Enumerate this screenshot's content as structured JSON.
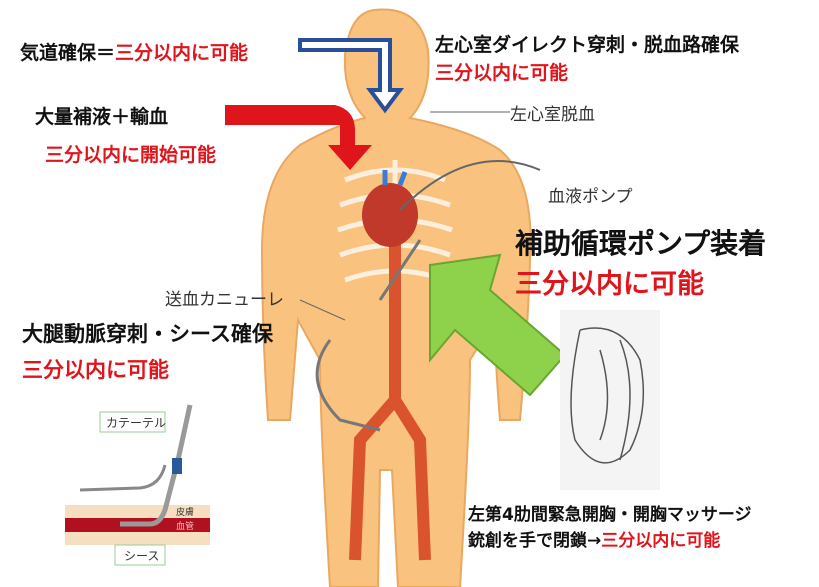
{
  "labels": {
    "airway": "気道確保＝",
    "airway_time": "三分以内に可能",
    "lv_direct": "左心室ダイレクト穿刺・脱血路確保",
    "lv_direct_time": "三分以内に可能",
    "transfusion": "大量補液＋輸血",
    "transfusion_time": "三分以内に開始可能",
    "lv_drain": "左心室脱血",
    "blood_pump": "血液ポンプ",
    "pump_attach": "補助循環ポンプ装着",
    "pump_attach_time": "三分以内に可能",
    "cannula": "送血カニューレ",
    "femoral": "大腿動脈穿刺・シース確保",
    "femoral_time": "三分以内に可能",
    "thoracotomy": "左第4肋間緊急開胸・開胸マッサージ",
    "wound_close": "銃創を手で閉鎖→",
    "wound_close_time": "三分以内に可能"
  },
  "inset": {
    "catheter": "カテーテル",
    "skin": "皮膚",
    "vessel": "血管",
    "sheath": "シース"
  },
  "colors": {
    "skin": "#f9c27e",
    "red": "#e0141b",
    "arrow_green": "#8dd24a",
    "arrow_blue": "#2a4f9a"
  }
}
